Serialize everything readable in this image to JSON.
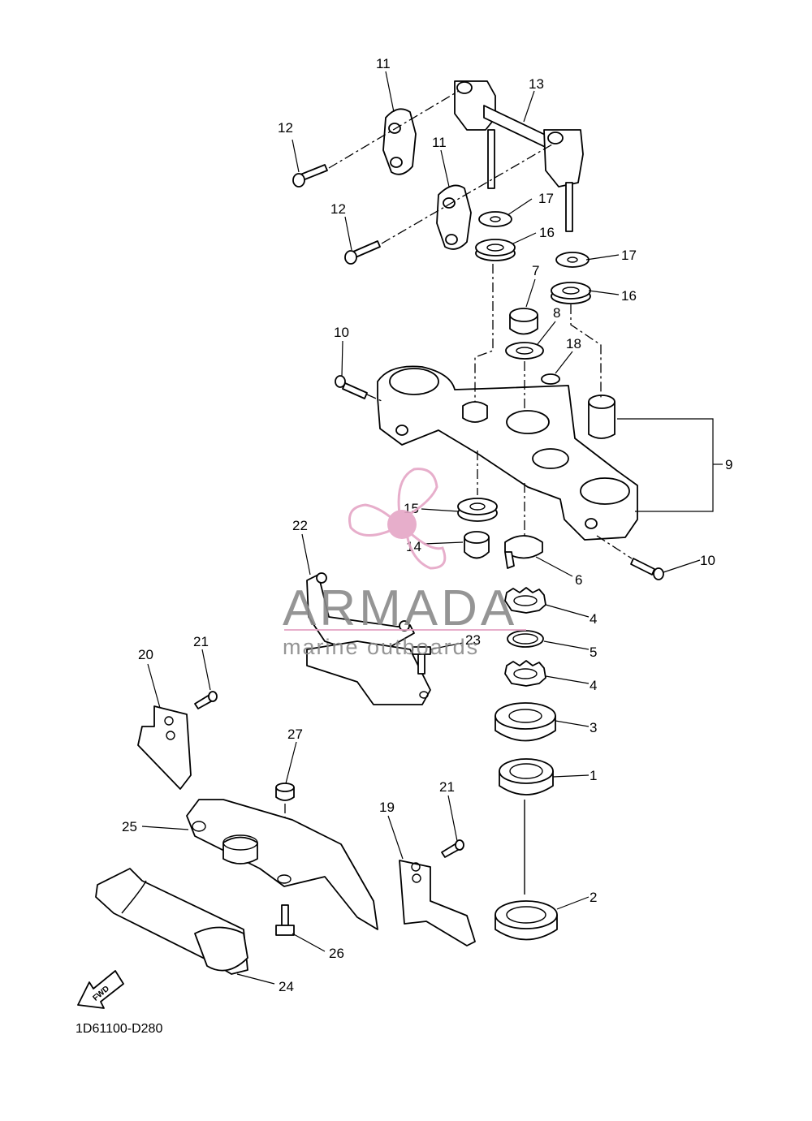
{
  "diagram": {
    "callouts": [
      "1",
      "2",
      "3",
      "4",
      "4",
      "5",
      "6",
      "7",
      "8",
      "9",
      "10",
      "10",
      "11",
      "11",
      "12",
      "12",
      "13",
      "14",
      "15",
      "16",
      "16",
      "17",
      "17",
      "18",
      "19",
      "20",
      "21",
      "21",
      "22",
      "23",
      "24",
      "25",
      "26",
      "27"
    ],
    "reference_code": "1D61100-D280",
    "fwd_label": "FWD"
  },
  "watermark": {
    "brand": "ARMADA",
    "tagline": "marine outboards",
    "color": "#e5a6c6"
  }
}
